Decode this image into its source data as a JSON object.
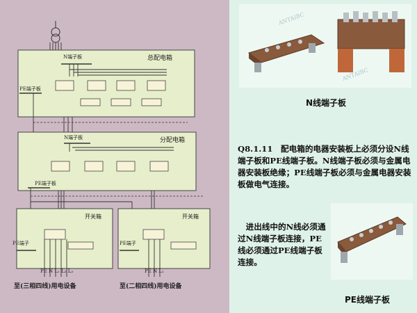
{
  "diagram": {
    "main_box_label": "总配电箱",
    "n_terminal_label_1": "N端子板",
    "pe_terminal_label_1": "PE端子板",
    "sub_box_label": "分配电箱",
    "n_terminal_label_2": "N端子板",
    "pe_terminal_label_2": "PE端子板",
    "switch_box_label_left": "开关箱",
    "switch_box_label_right": "开关箱",
    "pe_label_left": "PE端子",
    "pe_label_right": "PE端子",
    "phase_labels": [
      "L₁",
      "L₂",
      "L₃"
    ],
    "bottom_phase_left": "PE N L₁ L₂ L₃",
    "bottom_phase_right": "PE N L₁",
    "caption_left": "至(三相四线)用电设备",
    "caption_right": "至(二相四线)用电设备"
  },
  "photos": {
    "top_caption": "N线端子板",
    "bottom_caption": "PE线端子板",
    "watermark": "ANTAIBC"
  },
  "text": {
    "paragraph_1": "Q8.1.11　配电箱的电器安装板上必须分设N线端子板和PE线端子板。N线端子板必须与金属电器安装板绝缘；PE线端子板必须与金属电器安装板做电气连接。",
    "paragraph_2": "　进出线中的N线必须通过N线端子板连接，PE线必须通过PE线端子板连接。"
  },
  "colors": {
    "background_left": "#cdb9c4",
    "background_right": "#dff2e9",
    "box_fill": "#e6eecb",
    "line": "#333333"
  }
}
